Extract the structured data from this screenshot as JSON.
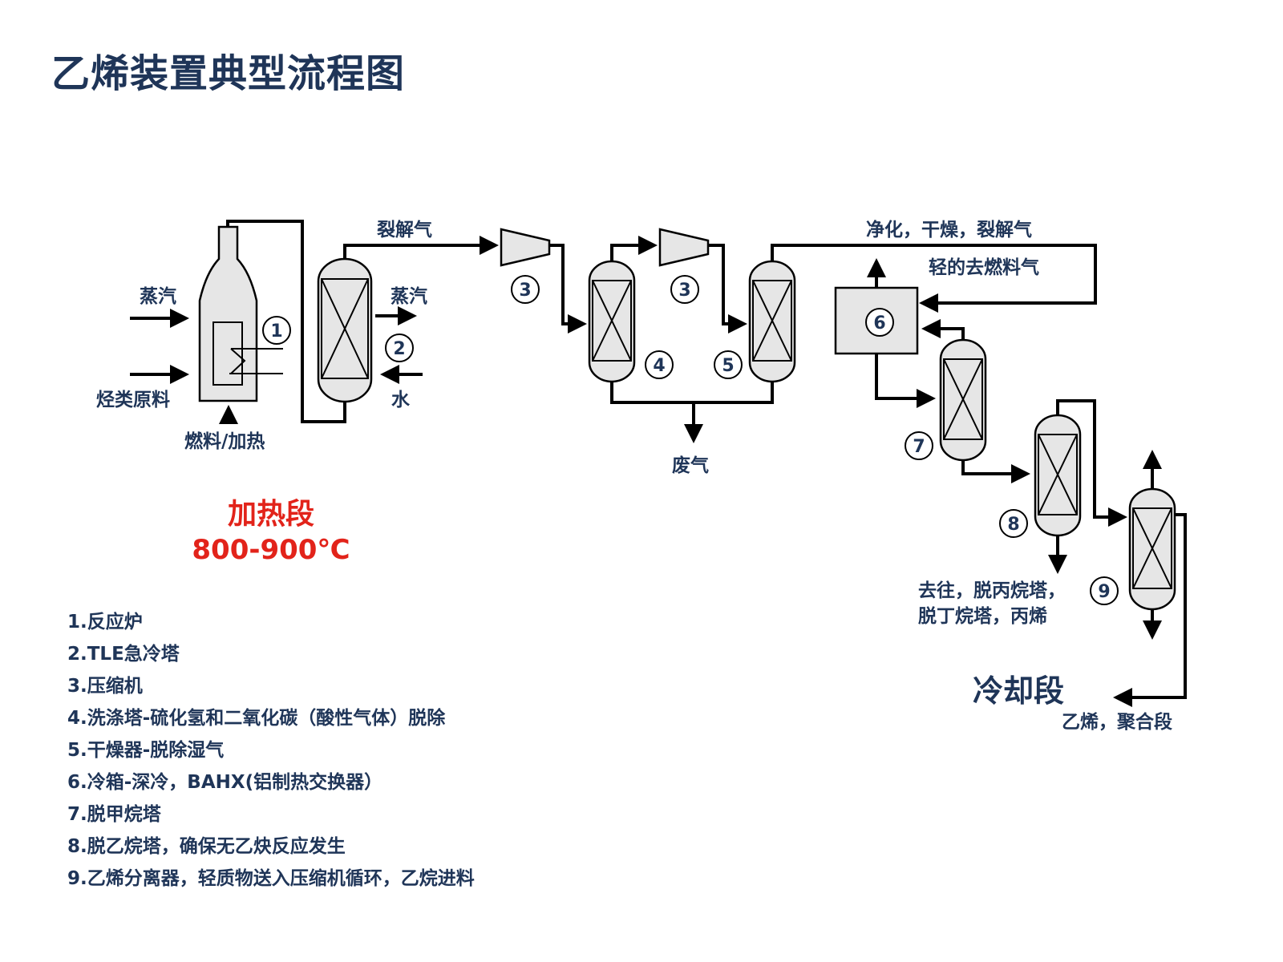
{
  "title": "乙烯装置典型流程图",
  "flow_labels": {
    "steam_in": "蒸汽",
    "hydrocarbon_feed": "烃类原料",
    "fuel_heating": "燃料/加热",
    "cracked_gas": "裂解气",
    "steam_out": "蒸汽",
    "water": "水",
    "waste_gas": "废气",
    "purified_gas": "净化，干燥，裂解气",
    "light_to_fuel": "轻的去燃料气",
    "to_depropanizer_line1": "去往，脱丙烷塔，",
    "to_depropanizer_line2": "脱丁烷塔，丙烯",
    "ethylene_out": "乙烯，聚合段"
  },
  "markers": {
    "n1": "1",
    "n2": "2",
    "n3a": "3",
    "n3b": "3",
    "n4": "4",
    "n5": "5",
    "n6": "6",
    "n7": "7",
    "n8": "8",
    "n9": "9"
  },
  "sections": {
    "heating_name": "加热段",
    "heating_temp": "800-900℃",
    "cooling_name": "冷却段"
  },
  "colors": {
    "title": "#1f3558",
    "heating_section": "#e2231a",
    "vessel_fill": "#e6e6e6"
  },
  "legend": [
    "1.反应炉",
    "2.TLE急冷塔",
    "3.压缩机",
    "4.洗涤塔-硫化氢和二氧化碳（酸性气体）脱除",
    "5.干燥器-脱除湿气",
    "6.冷箱-深冷，BAHX(铝制热交换器）",
    "7.脱甲烷塔",
    "8.脱乙烷塔，确保无乙炔反应发生",
    "9.乙烯分离器，轻质物送入压缩机循环，乙烷进料"
  ]
}
